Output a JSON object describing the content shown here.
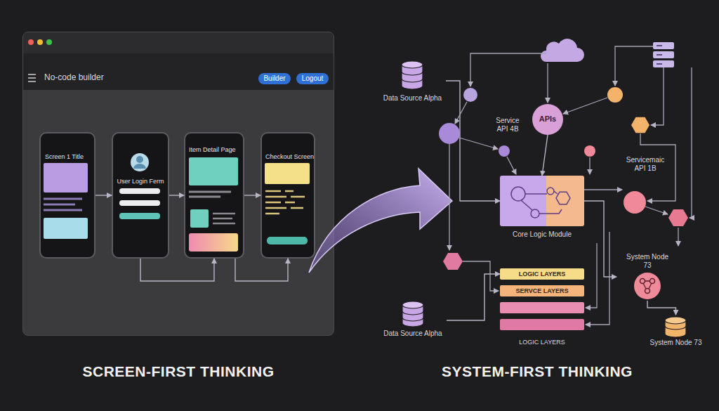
{
  "diagram": {
    "nodes": [
      {
        "text": [
          "No-code builder"
        ]
      },
      {
        "text": [
          "Builder"
        ],
        "in": 0
      },
      {
        "text": [
          "Logout"
        ],
        "in": 0
      },
      {
        "text": [
          "Screen 1 Title"
        ],
        "in": 0
      },
      {
        "text": [
          "User Login Ferm"
        ],
        "in": 0
      },
      {
        "text": [
          "Item Detail Page"
        ],
        "in": 0
      },
      {
        "text": [
          "Checkout Screen"
        ],
        "in": 0
      },
      {
        "text": [
          "Data Source Alpha"
        ]
      },
      {
        "text": [
          "APIs"
        ]
      },
      {
        "text": [
          "Core Logic Module"
        ]
      },
      {
        "text": [
          "LOGIC LAYERS"
        ]
      },
      {
        "text": [
          "SERVCE LAYERS"
        ]
      },
      {
        "text": [
          "System Node 73"
        ]
      },
      {
        "text": [
          "Data Source Alpha"
        ]
      },
      {
        "text": [
          "System Node 73"
        ]
      }
    ],
    "edges": [
      {
        "from": 3,
        "to": 4,
        "arrow": "to"
      },
      {
        "from": 4,
        "to": 5,
        "arrow": "to"
      },
      {
        "from": 5,
        "to": 6,
        "arrow": "to"
      },
      {
        "from": 4,
        "to": 5,
        "arrow": "to"
      },
      {
        "from": 5,
        "to": 6,
        "arrow": "to"
      },
      {
        "from": 7,
        "to": 9,
        "arrow": "to"
      },
      {
        "from": 8,
        "to": 9,
        "arrow": "to"
      },
      {
        "from": 9,
        "to": 12,
        "arrow": "to"
      },
      {
        "from": 12,
        "to": 14,
        "arrow": "to"
      },
      {
        "from": 13,
        "to": 10,
        "arrow": "to"
      }
    ],
    "labels": [
      "Service API 4B",
      "Servicemaic API 1B",
      "LOGIC LAYERS",
      "SCREEN-FIRST THINKING",
      "SYSTEM-FIRST THINKING"
    ]
  }
}
